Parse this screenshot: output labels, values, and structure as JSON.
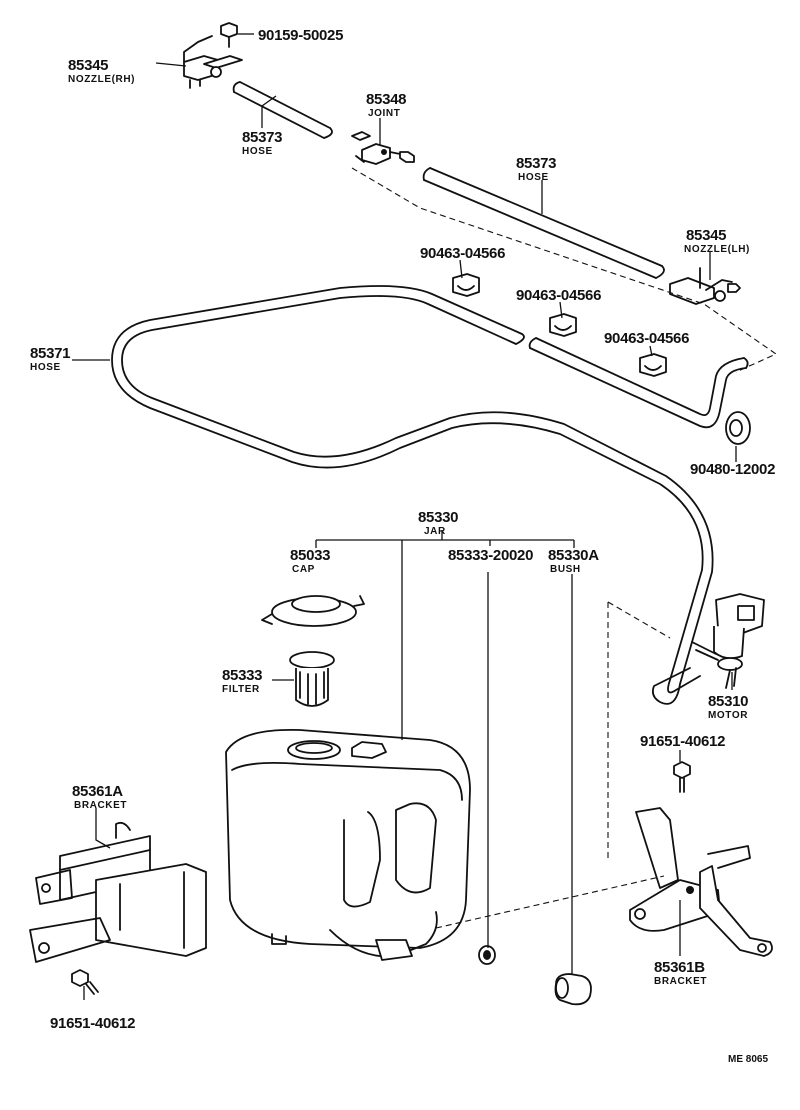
{
  "diagram": {
    "reference_code": "ME 8065",
    "parts": [
      {
        "id": "p-90159",
        "number": "90159-50025",
        "name": ""
      },
      {
        "id": "p-85345-rh",
        "number": "85345",
        "name": "NOZZLE(RH)"
      },
      {
        "id": "p-85373-a",
        "number": "85373",
        "name": "HOSE"
      },
      {
        "id": "p-85348",
        "number": "85348",
        "name": "JOINT"
      },
      {
        "id": "p-85373-b",
        "number": "85373",
        "name": "HOSE"
      },
      {
        "id": "p-85345-lh",
        "number": "85345",
        "name": "NOZZLE(LH)"
      },
      {
        "id": "p-90463-a",
        "number": "90463-04566",
        "name": ""
      },
      {
        "id": "p-90463-b",
        "number": "90463-04566",
        "name": ""
      },
      {
        "id": "p-90463-c",
        "number": "90463-04566",
        "name": ""
      },
      {
        "id": "p-85371",
        "number": "85371",
        "name": "HOSE"
      },
      {
        "id": "p-90480",
        "number": "90480-12002",
        "name": ""
      },
      {
        "id": "p-85330",
        "number": "85330",
        "name": "JAR"
      },
      {
        "id": "p-85033",
        "number": "85033",
        "name": "CAP"
      },
      {
        "id": "p-85333-20020",
        "number": "85333-20020",
        "name": ""
      },
      {
        "id": "p-85330a",
        "number": "85330A",
        "name": "BUSH"
      },
      {
        "id": "p-85333",
        "number": "85333",
        "name": "FILTER"
      },
      {
        "id": "p-85310",
        "number": "85310",
        "name": "MOTOR"
      },
      {
        "id": "p-91651-a",
        "number": "91651-40612",
        "name": ""
      },
      {
        "id": "p-85361a",
        "number": "85361A",
        "name": "BRACKET"
      },
      {
        "id": "p-85361b",
        "number": "85361B",
        "name": "BRACKET"
      },
      {
        "id": "p-91651-b",
        "number": "91651-40612",
        "name": ""
      }
    ]
  }
}
